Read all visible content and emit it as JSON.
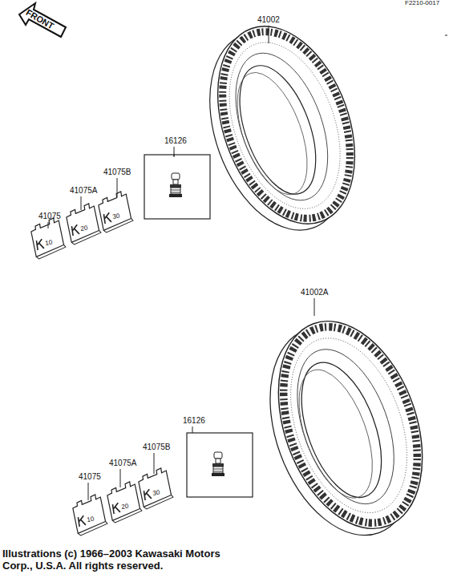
{
  "diagram": {
    "caption": "Illustrations (c) 1966–2003 Kawasaki Motors Corp., U.S.A. All rights reserved.",
    "labels": [
      "F2210-0017",
      "FRONT",
      "41002",
      "16126",
      "41075B",
      "41075A",
      "41075",
      "30",
      "20",
      "10",
      "41002A",
      "16126",
      "41075B",
      "41075A",
      "41075",
      "30",
      "20",
      "10"
    ]
  }
}
